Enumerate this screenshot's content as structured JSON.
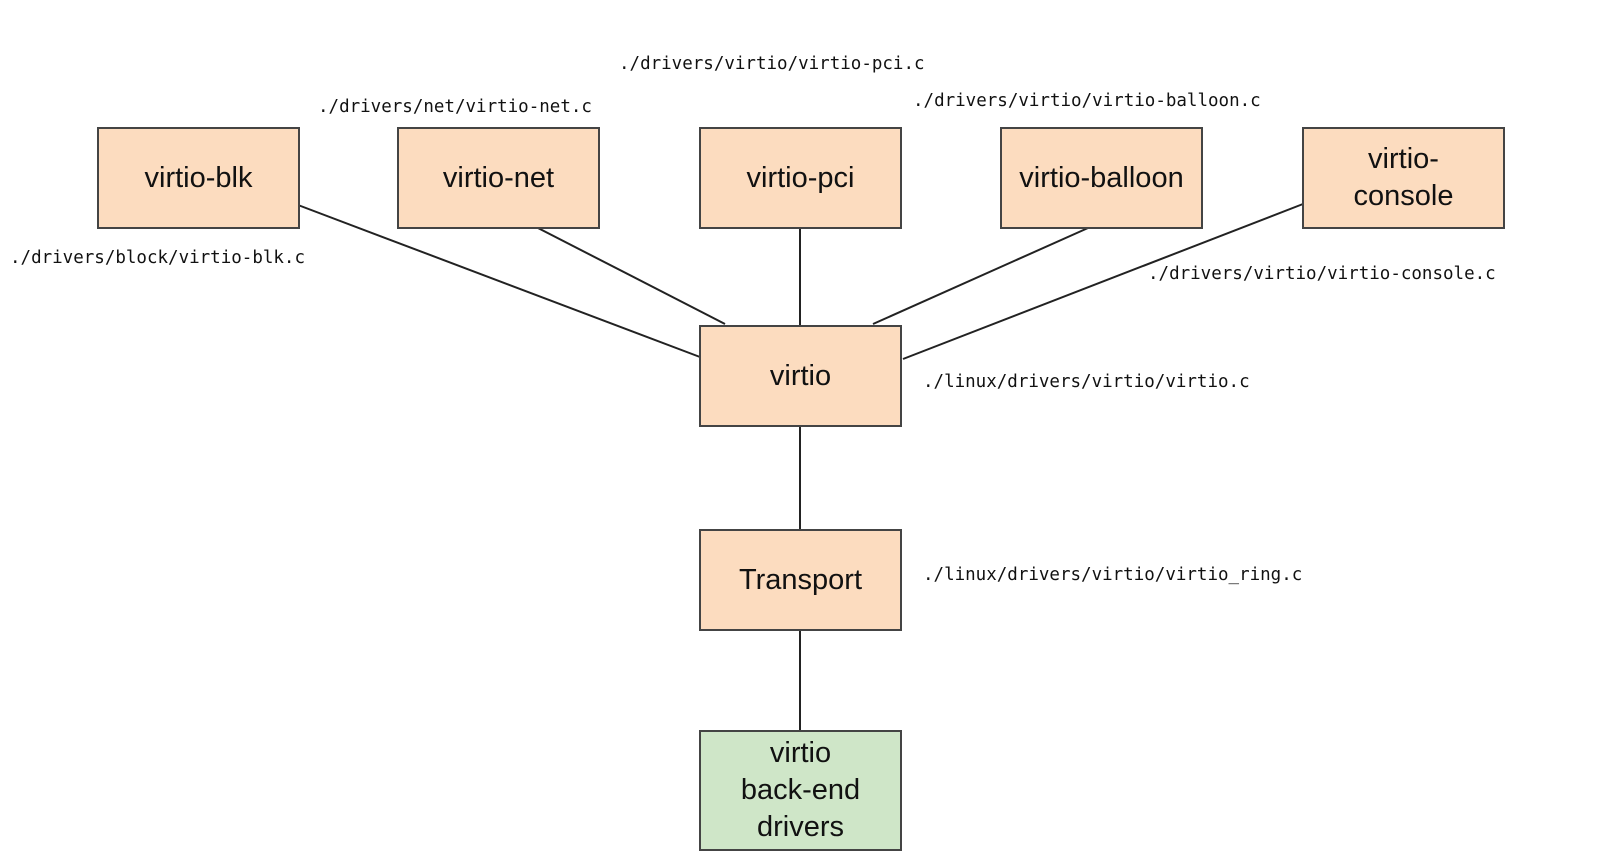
{
  "colors": {
    "driver_fill": "#fcdcbf",
    "backend_fill": "#cfe6c8",
    "border": "#444444",
    "edge": "#222222"
  },
  "nodes": {
    "virtio_blk": "virtio-blk",
    "virtio_net": "virtio-net",
    "virtio_pci": "virtio-pci",
    "virtio_balloon": "virtio-balloon",
    "virtio_console": "virtio-\nconsole",
    "virtio": "virtio",
    "transport": "Transport",
    "backend": "virtio\nback-end\ndrivers"
  },
  "paths": {
    "virtio_blk": "./drivers/block/virtio-blk.c",
    "virtio_net": "./drivers/net/virtio-net.c",
    "virtio_pci": "./drivers/virtio/virtio-pci.c",
    "virtio_balloon": "./drivers/virtio/virtio-balloon.c",
    "virtio_console": "./drivers/virtio/virtio-console.c",
    "virtio": "./linux/drivers/virtio/virtio.c",
    "transport": "./linux/drivers/virtio/virtio_ring.c"
  }
}
